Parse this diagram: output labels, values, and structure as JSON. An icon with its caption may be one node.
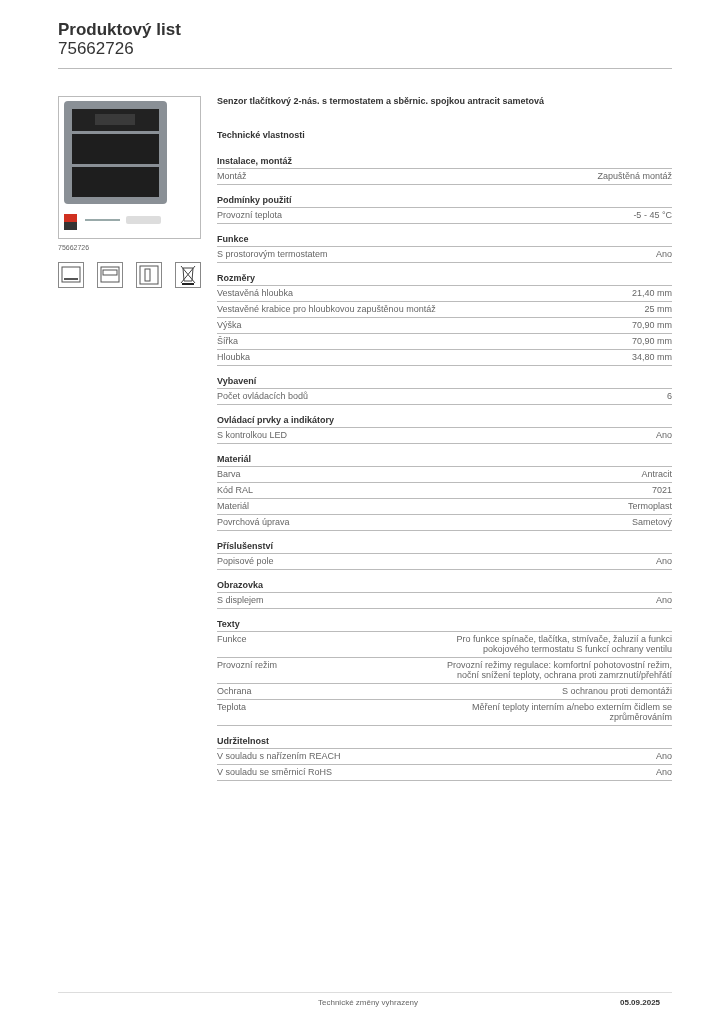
{
  "diagram": {
    "title": "Produktový list",
    "labels": [
      "75662726",
      "75662726",
      "Senzor tlačítkový 2-nás. s termostatem a sběrnic. spojkou antracit sametová",
      "Technické vlastnosti",
      "Instalace, montáž",
      "Montáž",
      "Zapuštěná montáž",
      "Podmínky použití",
      "Provozní teplota",
      "-5 - 45 °C",
      "Funkce",
      "S prostorovým termostatem",
      "Ano",
      "Rozměry",
      "Vestavěná hloubka",
      "21,40 mm",
      "Vestavěné krabice pro hloubkovou zapuštěnou montáž",
      "25 mm",
      "Výška",
      "70,90 mm",
      "Šířka",
      "70,90 mm",
      "Hloubka",
      "34,80 mm",
      "Vybavení",
      "Počet ovládacích bodů",
      "6",
      "Ovládací prvky a indikátory",
      "S kontrolkou LED",
      "Ano",
      "Materiál",
      "Barva",
      "Antracit",
      "Kód RAL",
      "7021",
      "Materiál",
      "Termoplast",
      "Povrchová úprava",
      "Sametový",
      "Příslušenství",
      "Popisové pole",
      "Ano",
      "Obrazovka",
      "S displejem",
      "Ano",
      "Texty",
      "Funkce",
      "Pro funkce spínače, tlačítka, stmívače, žaluzií a funkci pokojového termostatu S funkcí ochrany ventilu",
      "Provozní režim",
      "Provozní režimy regulace: komfortní pohotovostní režim, noční snížení teploty, ochrana proti zamrznutí/přehřátí",
      "Ochrana",
      "S ochranou proti demontáži",
      "Teplota",
      "Měření teploty interním a/nebo externím čidlem se zprůměrováním",
      "Udržitelnost",
      "V souladu s nařízením REACH",
      "Ano",
      "V souladu se směrnicí RoHS",
      "Ano",
      "Technické změny vyhrazeny",
      "05.09.2025"
    ]
  }
}
